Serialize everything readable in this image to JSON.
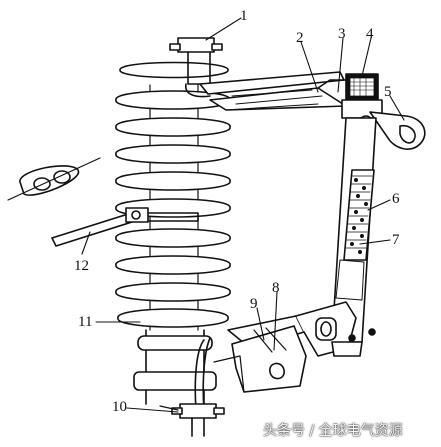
{
  "callouts": [
    {
      "id": "1",
      "label": "1"
    },
    {
      "id": "2",
      "label": "2"
    },
    {
      "id": "3",
      "label": "3"
    },
    {
      "id": "4",
      "label": "4"
    },
    {
      "id": "5",
      "label": "5"
    },
    {
      "id": "6",
      "label": "6"
    },
    {
      "id": "7",
      "label": "7"
    },
    {
      "id": "8",
      "label": "8"
    },
    {
      "id": "9",
      "label": "9"
    },
    {
      "id": "10",
      "label": "10"
    },
    {
      "id": "11",
      "label": "11"
    },
    {
      "id": "12",
      "label": "12"
    }
  ],
  "watermark": {
    "text": "头条号 / 全球电气资源"
  },
  "colors": {
    "ink": "#111111",
    "background": "#ffffff"
  }
}
